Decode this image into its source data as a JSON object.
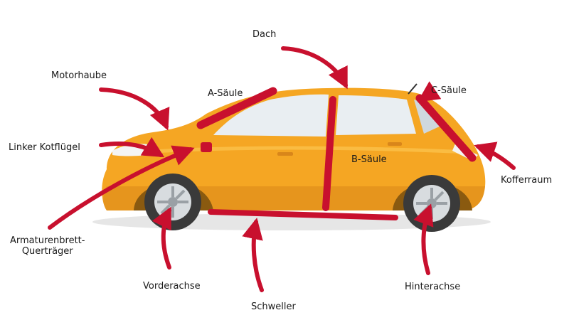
{
  "labels": {
    "dach": "Dach",
    "motorhaube": "Motorhaube",
    "a_saeule": "A-Säule",
    "c_saeule": "C-Säule",
    "linker_kotfluegel": "Linker Kotflügel",
    "b_saeule": "B-Säule",
    "kofferraum": "Kofferraum",
    "armaturenbrett_quertraeger": "Armaturenbrett-\nQuerträger",
    "vorderachse": "Vorderachse",
    "schweller": "Schweller",
    "hinterachse": "Hinterachse"
  },
  "colors": {
    "car_body": "#f5a623",
    "car_shadow": "#d9861a",
    "car_highlight": "#fbc24a",
    "window": "#e9eef2",
    "tire": "#3a3a3a",
    "rim": "#d8dcdf",
    "highlight_red": "#c8102e",
    "arrow_red": "#c8102e"
  }
}
